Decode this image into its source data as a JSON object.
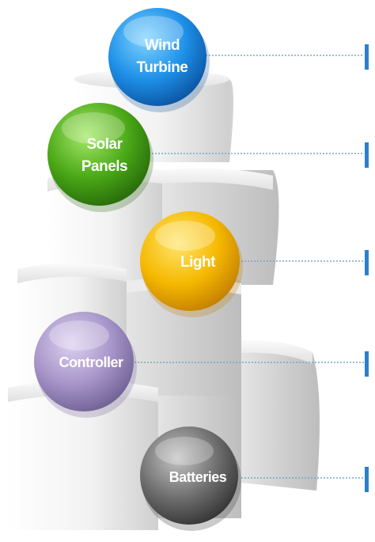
{
  "components": [
    {
      "label_lines": [
        "Wind",
        "Turbine"
      ],
      "color": "#1e90e8",
      "color_light": "#7fd3ff",
      "color_dark": "#0a4f9c"
    },
    {
      "label_lines": [
        "Solar",
        "Panels"
      ],
      "color": "#4aa816",
      "color_light": "#a6e86a",
      "color_dark": "#24650a"
    },
    {
      "label_lines": [
        "Light"
      ],
      "color": "#f5b800",
      "color_light": "#ffe66b",
      "color_dark": "#c07a00"
    },
    {
      "label_lines": [
        "Controller"
      ],
      "color": "#a694c8",
      "color_light": "#dcd0f0",
      "color_dark": "#6c5c90"
    },
    {
      "label_lines": [
        "Batteries"
      ],
      "color": "#6e6e6e",
      "color_light": "#c4c4c4",
      "color_dark": "#303030"
    }
  ],
  "colors": {
    "block_face": "#f4f4f4",
    "block_shade": "#d6d6d6",
    "connector_line": "#7aa6c2",
    "marker": "#2a7fd0"
  }
}
